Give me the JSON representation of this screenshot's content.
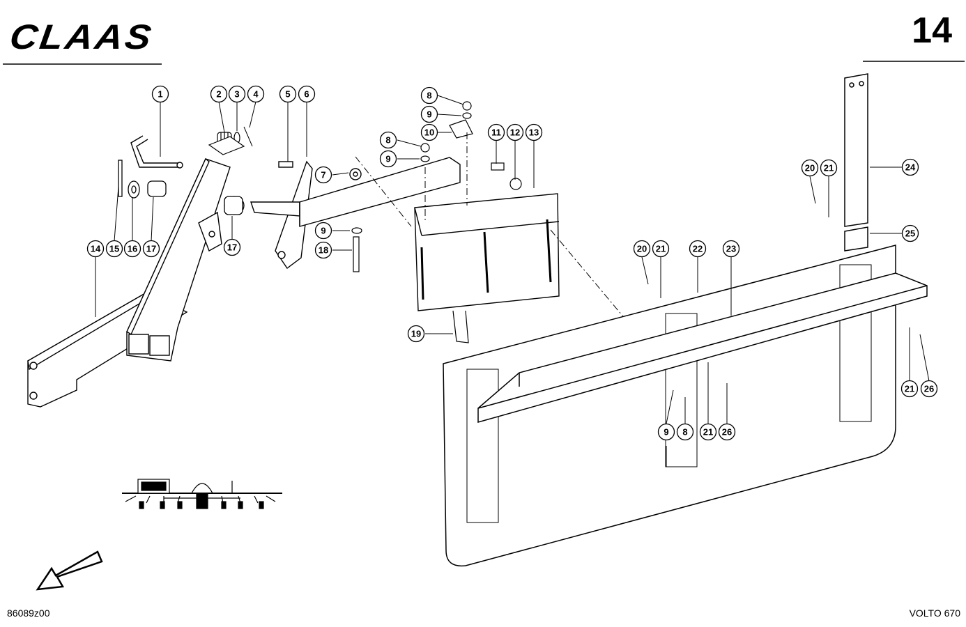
{
  "header": {
    "brand_logo": "CLAAS",
    "page_number": "14"
  },
  "footer": {
    "drawing_code": "86089z00",
    "model": "VOLTO 670"
  },
  "callouts": [
    {
      "id": "c1",
      "label": "1"
    },
    {
      "id": "c2",
      "label": "2"
    },
    {
      "id": "c3",
      "label": "3"
    },
    {
      "id": "c4",
      "label": "4"
    },
    {
      "id": "c5",
      "label": "5"
    },
    {
      "id": "c6",
      "label": "6"
    },
    {
      "id": "c7",
      "label": "7"
    },
    {
      "id": "c8a",
      "label": "8"
    },
    {
      "id": "c9a",
      "label": "9"
    },
    {
      "id": "c10",
      "label": "10"
    },
    {
      "id": "c8b",
      "label": "8"
    },
    {
      "id": "c9b",
      "label": "9"
    },
    {
      "id": "c11",
      "label": "11"
    },
    {
      "id": "c12",
      "label": "12"
    },
    {
      "id": "c13",
      "label": "13"
    },
    {
      "id": "c14",
      "label": "14"
    },
    {
      "id": "c15",
      "label": "15"
    },
    {
      "id": "c16",
      "label": "16"
    },
    {
      "id": "c17a",
      "label": "17"
    },
    {
      "id": "c17b",
      "label": "17"
    },
    {
      "id": "c9c",
      "label": "9"
    },
    {
      "id": "c18",
      "label": "18"
    },
    {
      "id": "c19",
      "label": "19"
    },
    {
      "id": "c20a",
      "label": "20"
    },
    {
      "id": "c21a",
      "label": "21"
    },
    {
      "id": "c24",
      "label": "24"
    },
    {
      "id": "c25",
      "label": "25"
    },
    {
      "id": "c20b",
      "label": "20"
    },
    {
      "id": "c21b",
      "label": "21"
    },
    {
      "id": "c22",
      "label": "22"
    },
    {
      "id": "c23",
      "label": "23"
    },
    {
      "id": "c9d",
      "label": "9"
    },
    {
      "id": "c8c",
      "label": "8"
    },
    {
      "id": "c21c",
      "label": "21"
    },
    {
      "id": "c26a",
      "label": "26"
    },
    {
      "id": "c21d",
      "label": "21"
    },
    {
      "id": "c26b",
      "label": "26"
    }
  ]
}
